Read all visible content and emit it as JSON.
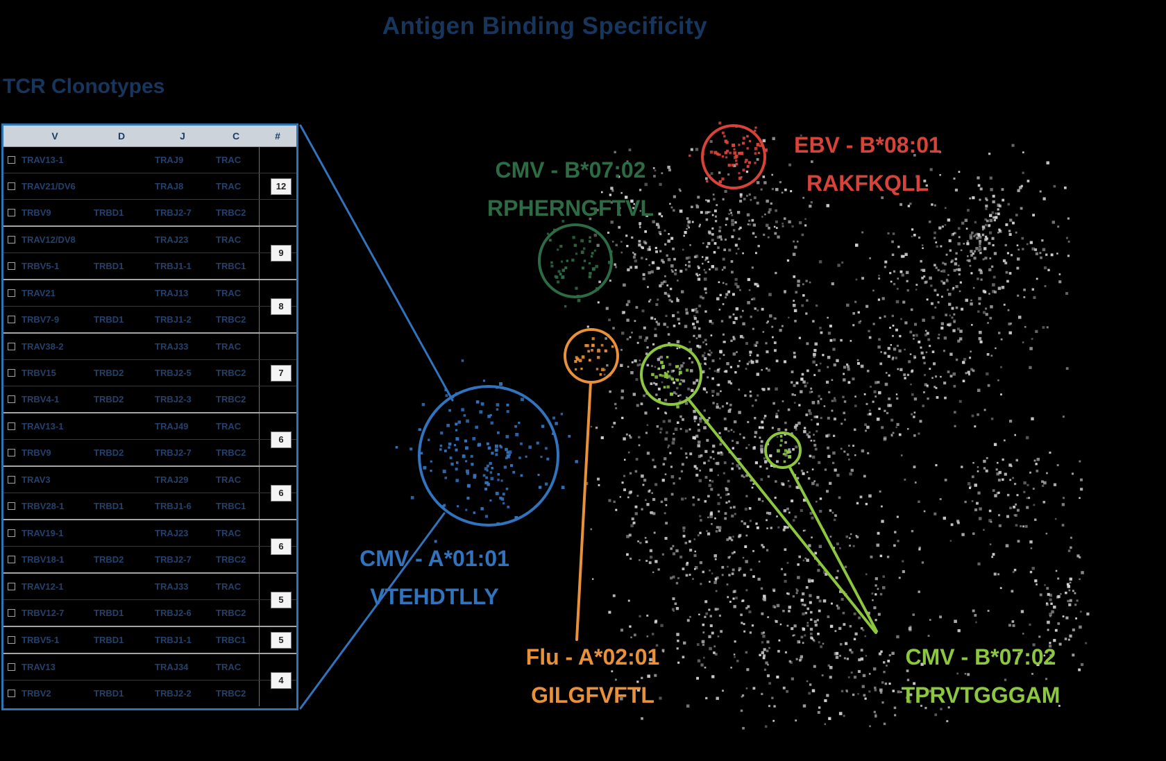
{
  "title": "Antigen Binding Specificity",
  "table": {
    "label": "TCR Clonotypes",
    "headers": [
      "V",
      "D",
      "J",
      "C",
      "#"
    ],
    "groups": [
      {
        "count": "12",
        "rows": [
          [
            "TRAV13-1",
            "",
            "TRAJ9",
            "TRAC"
          ],
          [
            "TRAV21/DV6",
            "",
            "TRAJ8",
            "TRAC"
          ],
          [
            "TRBV9",
            "TRBD1",
            "TRBJ2-7",
            "TRBC2"
          ]
        ]
      },
      {
        "count": "9",
        "rows": [
          [
            "TRAV12/DV8",
            "",
            "TRAJ23",
            "TRAC"
          ],
          [
            "TRBV5-1",
            "TRBD1",
            "TRBJ1-1",
            "TRBC1"
          ]
        ]
      },
      {
        "count": "8",
        "rows": [
          [
            "TRAV21",
            "",
            "TRAJ13",
            "TRAC"
          ],
          [
            "TRBV7-9",
            "TRBD1",
            "TRBJ1-2",
            "TRBC2"
          ]
        ]
      },
      {
        "count": "7",
        "rows": [
          [
            "TRAV38-2",
            "",
            "TRAJ33",
            "TRAC"
          ],
          [
            "TRBV15",
            "TRBD2",
            "TRBJ2-5",
            "TRBC2"
          ],
          [
            "TRBV4-1",
            "TRBD2",
            "TRBJ2-3",
            "TRBC2"
          ]
        ]
      },
      {
        "count": "6",
        "rows": [
          [
            "TRAV13-1",
            "",
            "TRAJ49",
            "TRAC"
          ],
          [
            "TRBV9",
            "TRBD2",
            "TRBJ2-7",
            "TRBC2"
          ]
        ]
      },
      {
        "count": "6",
        "rows": [
          [
            "TRAV3",
            "",
            "TRAJ29",
            "TRAC"
          ],
          [
            "TRBV28-1",
            "TRBD1",
            "TRBJ1-6",
            "TRBC1"
          ]
        ]
      },
      {
        "count": "6",
        "rows": [
          [
            "TRAV19-1",
            "",
            "TRAJ23",
            "TRAC"
          ],
          [
            "TRBV18-1",
            "TRBD2",
            "TRBJ2-7",
            "TRBC2"
          ]
        ]
      },
      {
        "count": "5",
        "rows": [
          [
            "TRAV12-1",
            "",
            "TRAJ33",
            "TRAC"
          ],
          [
            "TRBV12-7",
            "TRBD1",
            "TRBJ2-6",
            "TRBC2"
          ]
        ]
      },
      {
        "count": "5",
        "rows": [
          [
            "TRBV5-1",
            "TRBD1",
            "TRBJ1-1",
            "TRBC1"
          ]
        ]
      },
      {
        "count": "4",
        "rows": [
          [
            "TRAV13",
            "",
            "TRAJ34",
            "TRAC"
          ],
          [
            "TRBV2",
            "TRBD1",
            "TRBJ2-2",
            "TRBC2"
          ]
        ]
      }
    ]
  },
  "annotations": {
    "ebv": {
      "line1": "EBV - B*08:01",
      "line2": "RAKFKQLL"
    },
    "cmv_dark": {
      "line1": "CMV - B*07:02",
      "line2": "RPHERNGFTVL"
    },
    "flu": {
      "line1": "Flu - A*02:01",
      "line2": "GILGFVFTL"
    },
    "cmv_light": {
      "line1": "CMV - B*07:02",
      "line2": "TPRVTGGGAM"
    },
    "cmv_blue": {
      "line1": "CMV - A*01:01",
      "line2": "VTEHDTLLY"
    }
  },
  "colors": {
    "background": "#000000",
    "navy": "#17365d",
    "table_text": "#24416b",
    "table_border": "#2e75b6",
    "header_bg": "#ccd3db",
    "dot": "#d4d4d4",
    "ebv": "#d84339",
    "cmv_dark": "#2d6b44",
    "flu": "#e8913a",
    "cmv_light": "#8dc63f",
    "cmv_blue": "#3273bd"
  }
}
